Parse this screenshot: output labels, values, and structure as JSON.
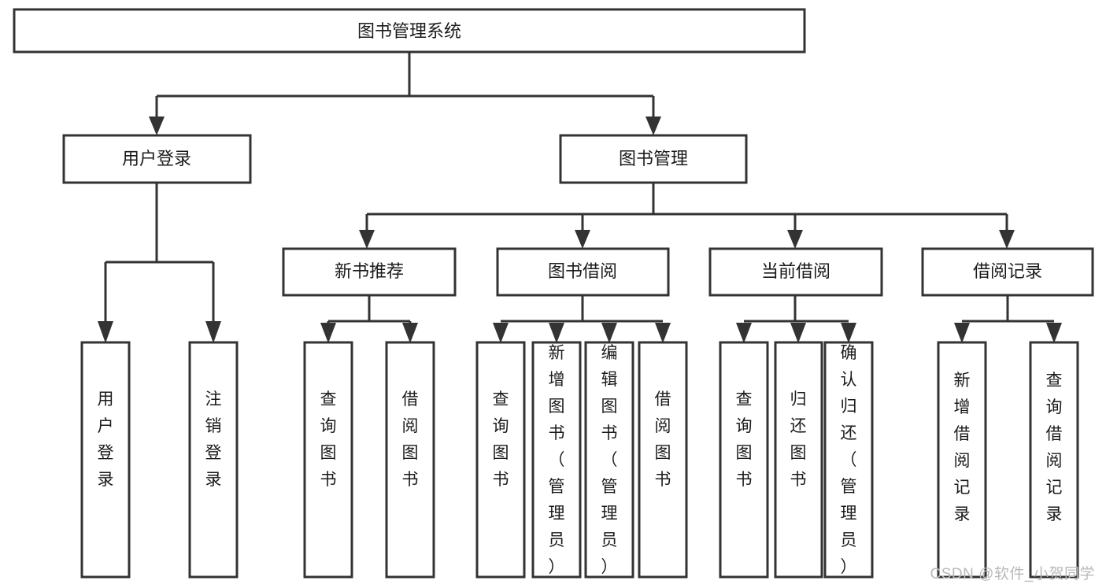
{
  "diagram": {
    "type": "tree-hierarchy",
    "orientation": "top-down",
    "colors": {
      "box_fill": "#ffffff",
      "box_stroke": "#333333",
      "text": "#1a1a1a",
      "watermark": "#b9b9b9"
    },
    "root": {
      "label": "图书管理系统",
      "orientation": "horizontal"
    },
    "level1": [
      {
        "label": "用户登录",
        "orientation": "horizontal"
      },
      {
        "label": "图书管理",
        "orientation": "horizontal"
      }
    ],
    "level2": [
      {
        "label": "新书推荐",
        "orientation": "horizontal"
      },
      {
        "label": "图书借阅",
        "orientation": "horizontal"
      },
      {
        "label": "当前借阅",
        "orientation": "horizontal"
      },
      {
        "label": "借阅记录",
        "orientation": "horizontal"
      }
    ],
    "leaves": {
      "user_login": [
        {
          "label": "用户登录",
          "orientation": "vertical"
        },
        {
          "label": "注销登录",
          "orientation": "vertical"
        }
      ],
      "new_book_recommend": [
        {
          "label": "查询图书",
          "orientation": "vertical"
        },
        {
          "label": "借阅图书",
          "orientation": "vertical"
        }
      ],
      "book_borrow": [
        {
          "label": "查询图书",
          "orientation": "vertical"
        },
        {
          "label": "新增图书（管理员）",
          "orientation": "vertical"
        },
        {
          "label": "编辑图书（管理员）",
          "orientation": "vertical"
        },
        {
          "label": "借阅图书",
          "orientation": "vertical"
        }
      ],
      "current_borrow": [
        {
          "label": "查询图书",
          "orientation": "vertical"
        },
        {
          "label": "归还图书",
          "orientation": "vertical"
        },
        {
          "label": "确认归还（管理员）",
          "orientation": "vertical"
        }
      ],
      "borrow_record": [
        {
          "label": "新增借阅记录",
          "orientation": "vertical"
        },
        {
          "label": "查询借阅记录",
          "orientation": "vertical"
        }
      ]
    }
  },
  "watermark": {
    "text": "CSDN @软件_小贺同学"
  }
}
